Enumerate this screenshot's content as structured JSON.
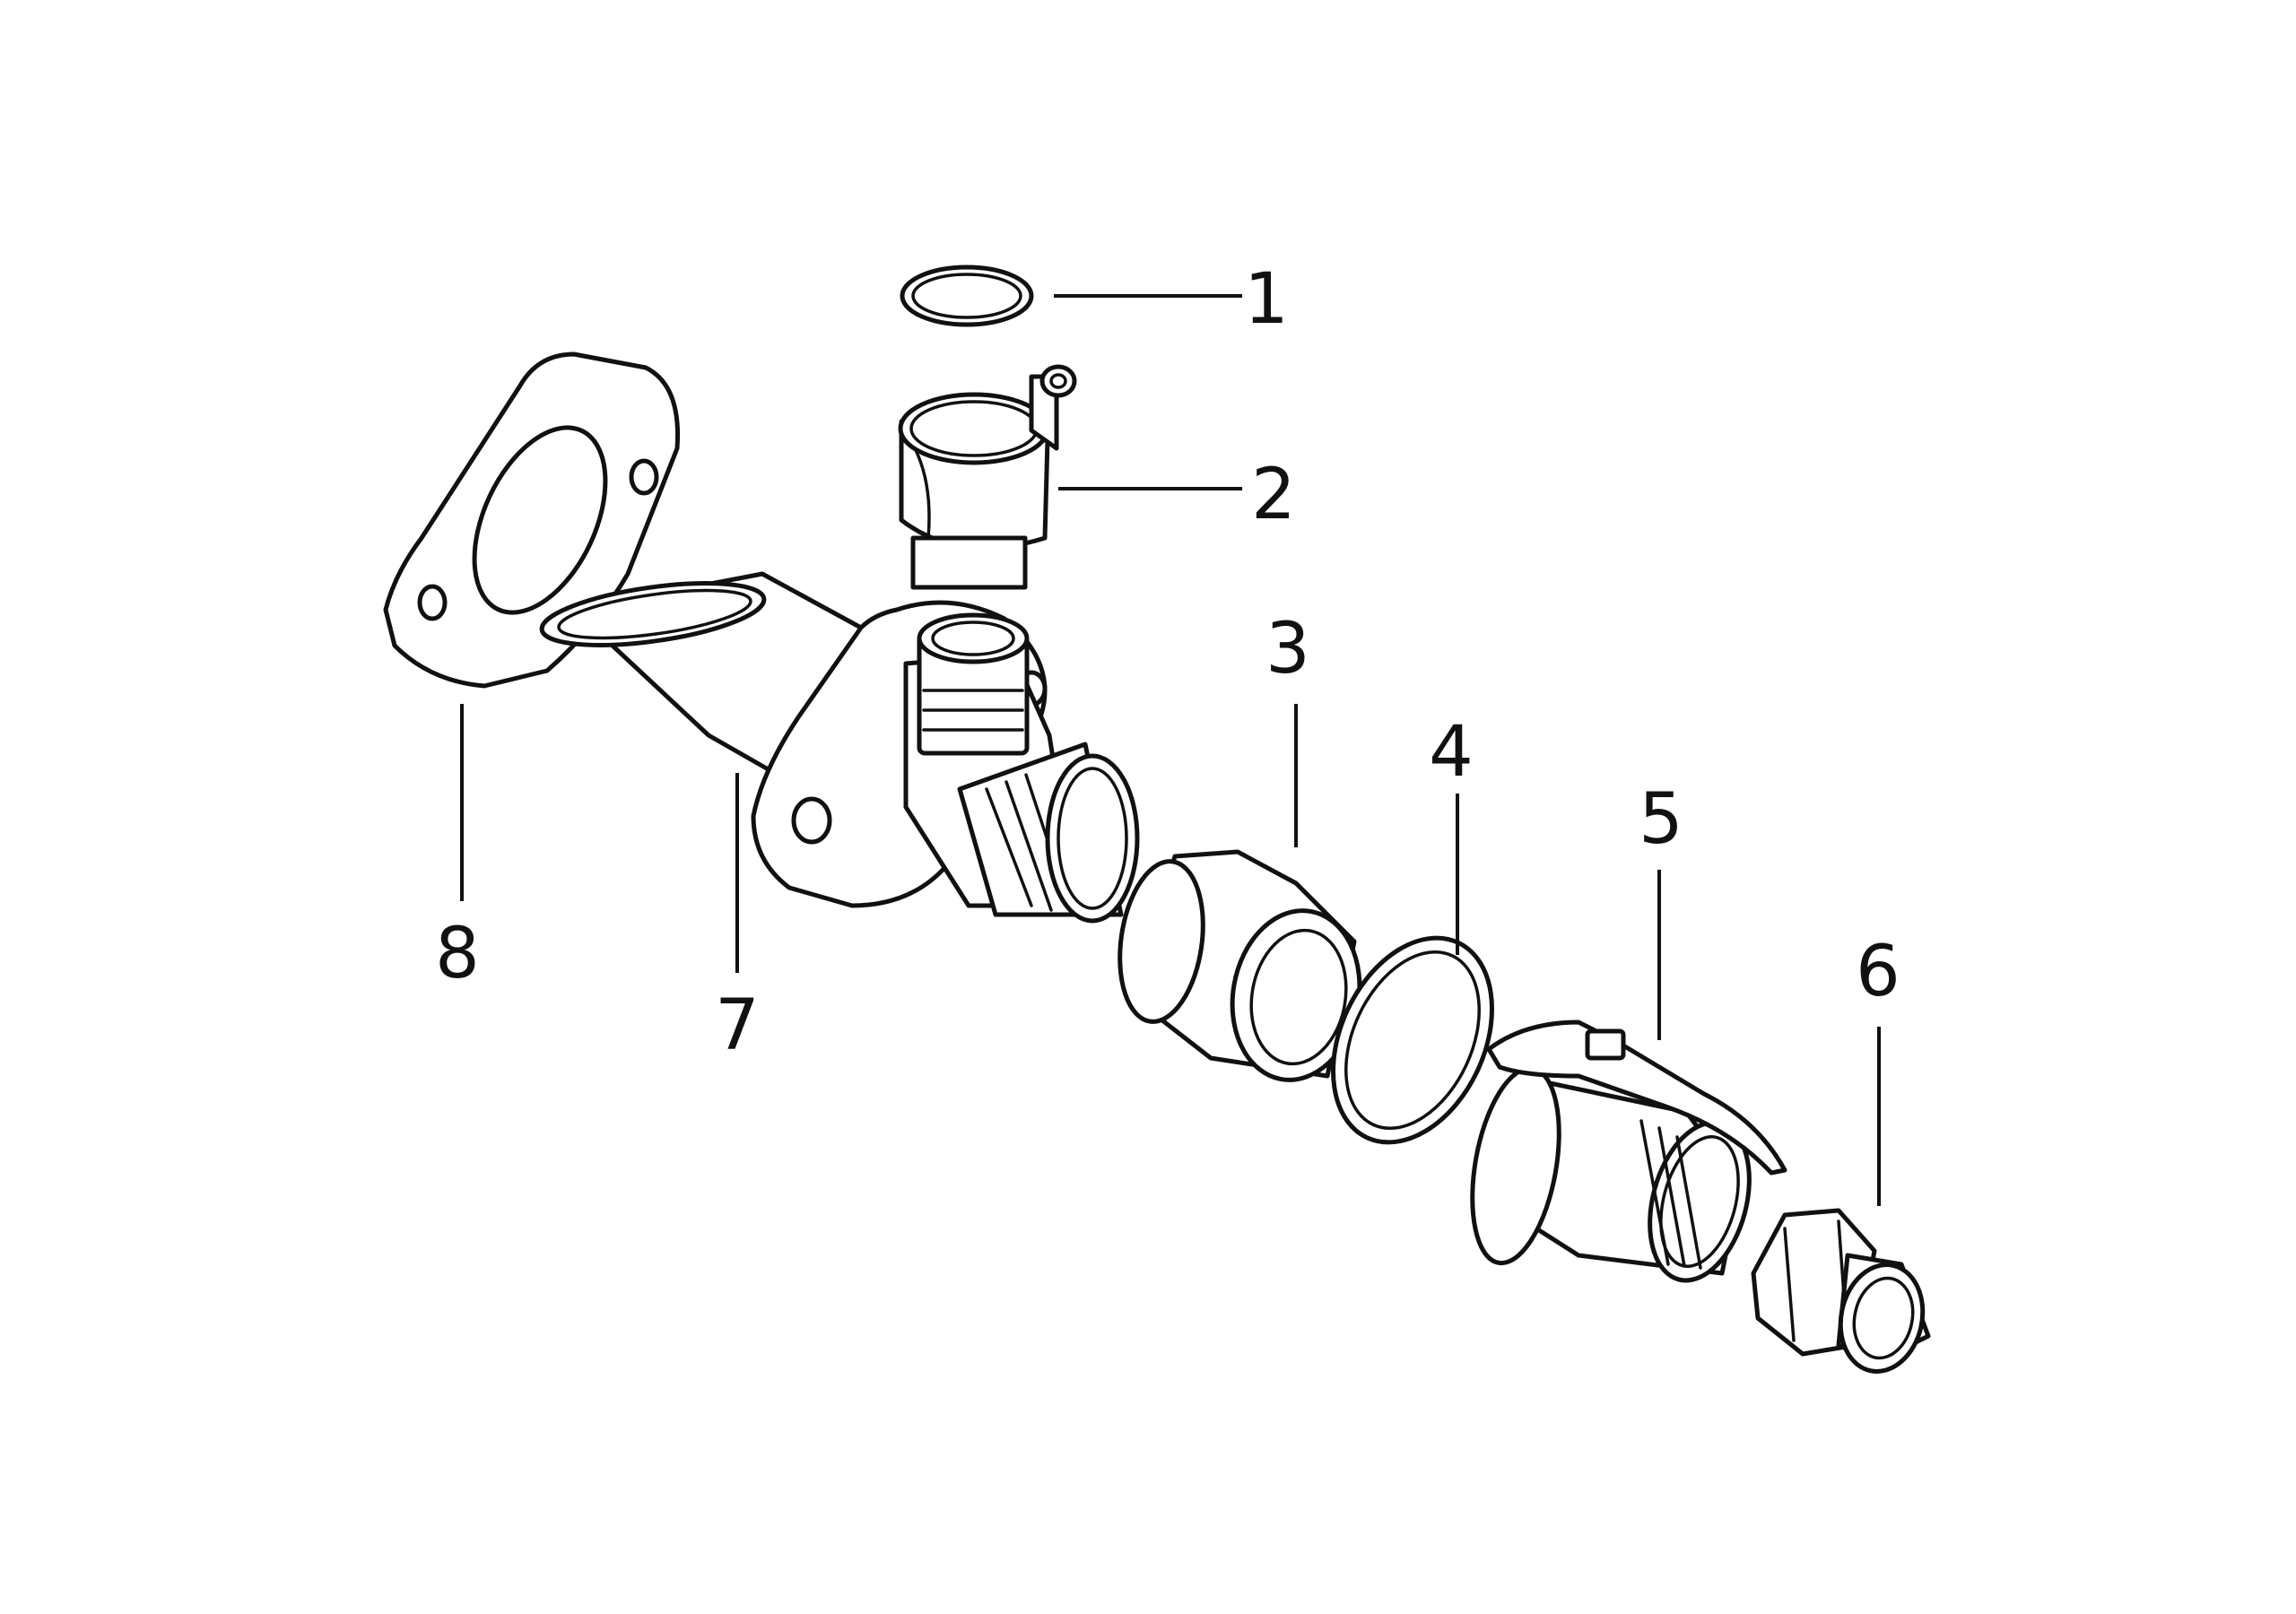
{
  "diagram": {
    "parts": [
      {
        "number": "1",
        "part": "o-ring"
      },
      {
        "number": "2",
        "part": "clamp"
      },
      {
        "number": "3",
        "part": "coupling-sleeve"
      },
      {
        "number": "4",
        "part": "seal-ring"
      },
      {
        "number": "5",
        "part": "quick-coupler-valve"
      },
      {
        "number": "6",
        "part": "hex-nipple"
      },
      {
        "number": "7",
        "part": "elbow-housing"
      },
      {
        "number": "8",
        "part": "flange-gasket"
      }
    ],
    "colors": {
      "line": "#111111",
      "background": "#ffffff"
    }
  }
}
